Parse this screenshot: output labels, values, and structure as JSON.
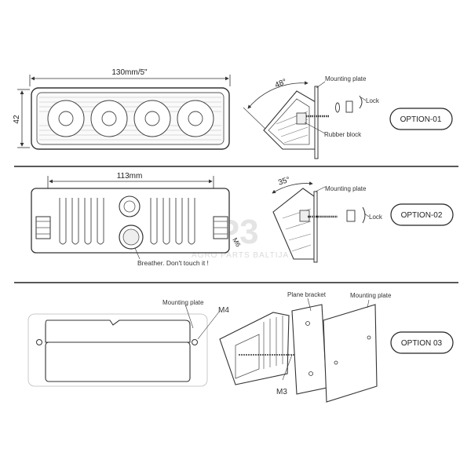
{
  "top": {
    "width_dim": "130mm/5\"",
    "height_dim": "42",
    "angle": "48°",
    "mounting_plate": "Mounting plate",
    "lock": "Lock",
    "rubber_block": "Rubber block",
    "option": "OPTION-01"
  },
  "middle": {
    "width_dim": "113mm",
    "angle": "35°",
    "mounting_plate": "Mounting plate",
    "lock": "Lock",
    "breather": "Breather. Don't touch it !",
    "screw": "M6",
    "option": "OPTION-02"
  },
  "bottom": {
    "mounting_plate_left": "Mounting plate",
    "m4": "M4",
    "m3": "M3",
    "plane_bracket": "Plane bracket",
    "mounting_plate_right": "Mounting plate",
    "option": "OPTION 03"
  },
  "watermark": {
    "logo": "AP3",
    "tagline": "AGRO PARTS BALTIJA"
  },
  "colors": {
    "line": "#333333",
    "divider": "#222222",
    "watermark": "#d9d9d9"
  }
}
